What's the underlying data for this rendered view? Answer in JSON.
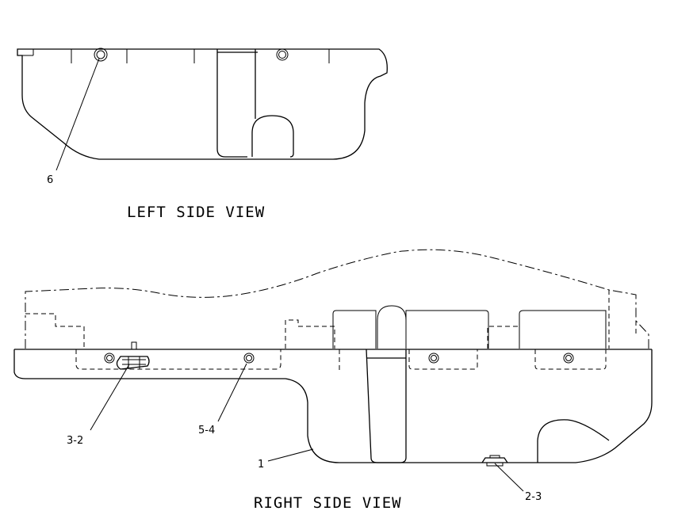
{
  "views": {
    "left": {
      "title": "LEFT SIDE VIEW"
    },
    "right": {
      "title": "RIGHT SIDE VIEW"
    }
  },
  "callouts": {
    "c6": "6",
    "c3_2": "3-2",
    "c5_4": "5-4",
    "c1": "1",
    "c2_3": "2-3"
  }
}
